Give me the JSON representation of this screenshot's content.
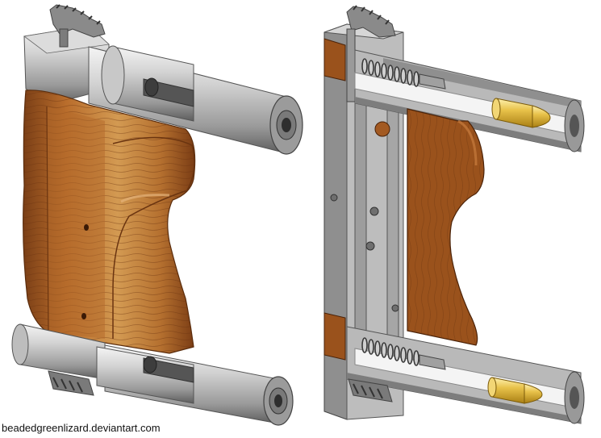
{
  "watermark": "beadedgreenlizard.deviantart.com",
  "colors": {
    "wood_light": "#c9873c",
    "wood_dark": "#8b4a1c",
    "wood_cut": "#9a521c",
    "steel_light": "#e6e6e6",
    "steel_mid": "#b3b3b3",
    "steel_dark": "#6e6e6e",
    "cut_face": "#8f8f8f",
    "brass": "#e8c24a"
  },
  "views": [
    {
      "name": "exterior-view"
    },
    {
      "name": "section-view"
    }
  ]
}
